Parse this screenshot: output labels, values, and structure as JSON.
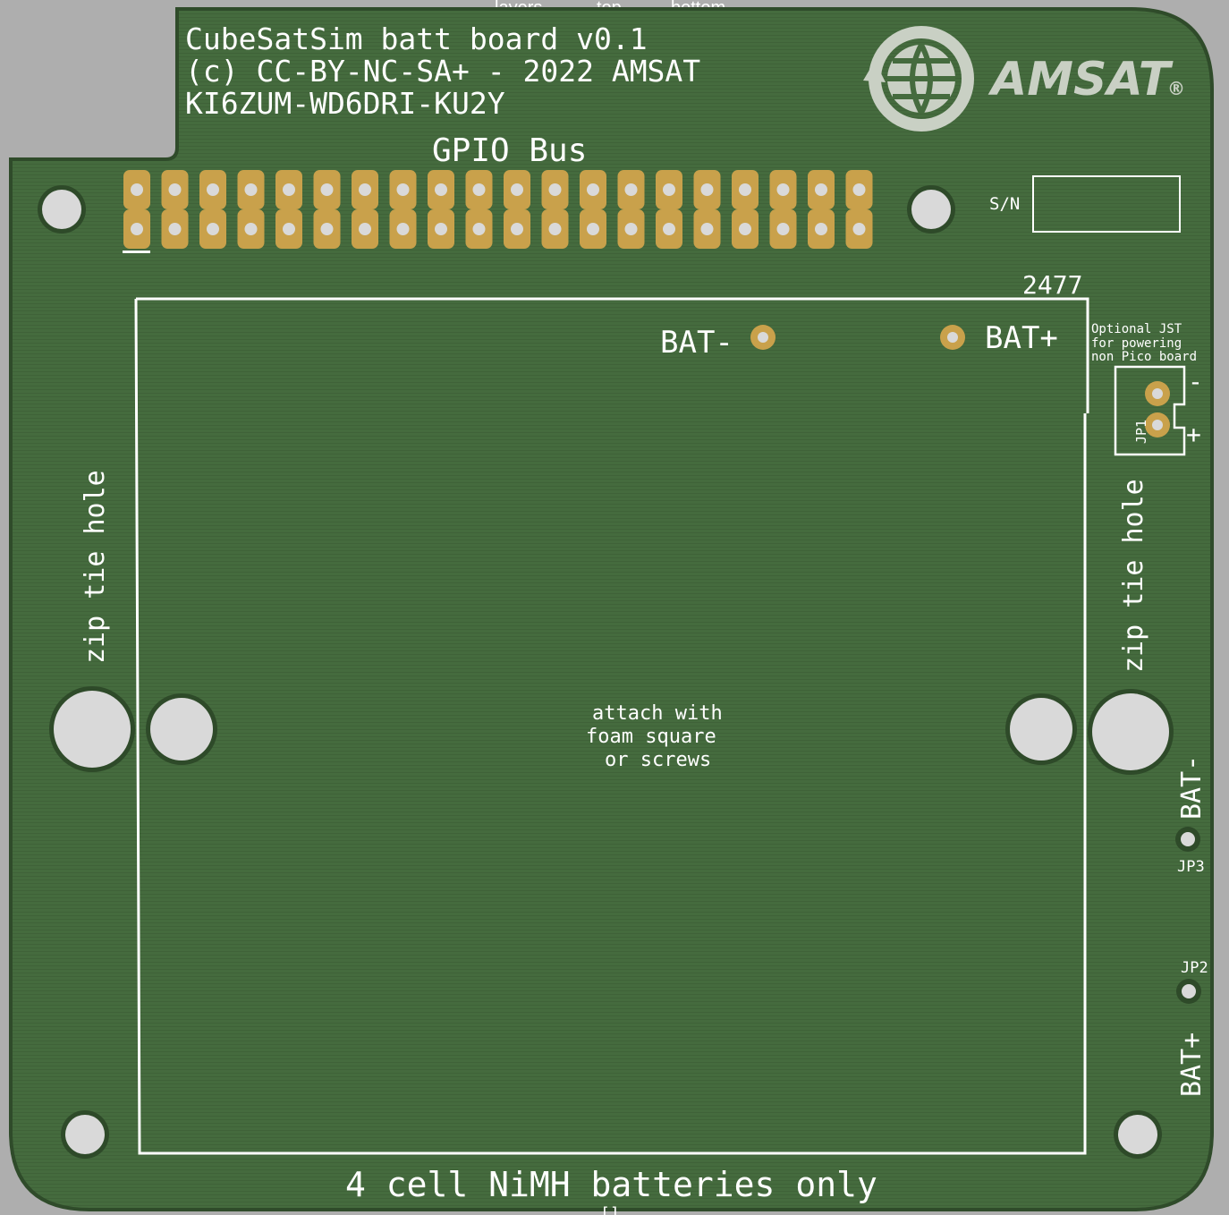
{
  "tabs": {
    "layers": "layers",
    "top": "top",
    "bottom": "bottom",
    "active": "top"
  },
  "board": {
    "title_line1": "CubeSatSim batt board v0.1",
    "title_line2": "(c) CC-BY-NC-SA+ - 2022 AMSAT",
    "title_line3": "KI6ZUM-WD6DRI-KU2Y",
    "logo_text": "AMSAT",
    "logo_registered": "®",
    "gpio_label": "GPIO Bus",
    "sn_label": "S/N",
    "part_number": "2477",
    "bat_minus": "BAT-",
    "bat_plus": "BAT+",
    "jst_note_line1": "Optional JST",
    "jst_note_line2": "for powering",
    "jst_note_line3": "non Pico board",
    "jp1_label": "JP1",
    "jp1_minus": "-",
    "jp1_plus": "+",
    "zip_tie_left": "zip tie hole",
    "zip_tie_right": "zip tie hole",
    "attach_line1": "attach with",
    "attach_line2": "foam square",
    "attach_line3": "or screws",
    "jp3_label": "JP3",
    "jp3_bat": "BAT-",
    "jp2_label": "JP2",
    "jp2_bat": "BAT+",
    "bottom_note": "4 cell NiMH batteries only",
    "bottom_mark": "[]"
  },
  "colors": {
    "background": "#aeaeae",
    "pcb": "#456b3e",
    "pcb_edge": "#2f4b2a",
    "silkscreen": "#ffffff",
    "pad_gold": "#c9a14b",
    "hole": "#d9d9d9",
    "tab_active": "#4fb3bd"
  }
}
